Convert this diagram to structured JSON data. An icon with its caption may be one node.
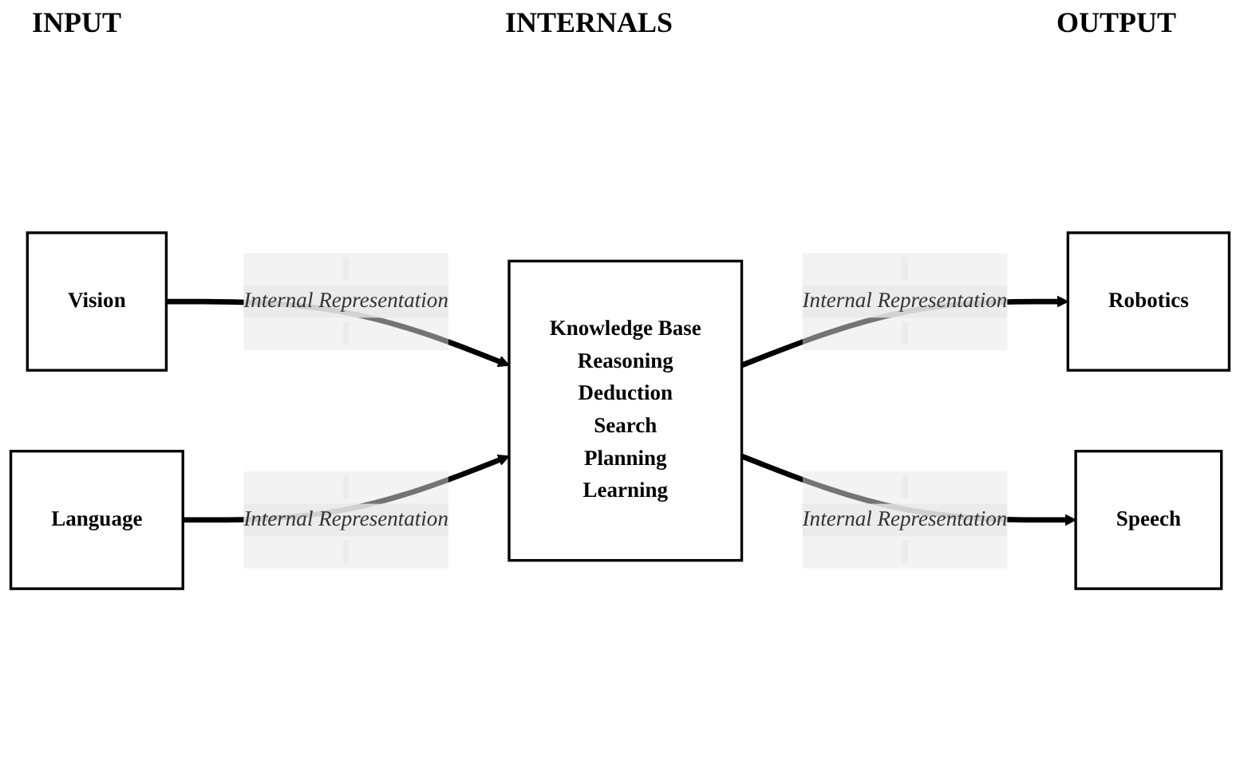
{
  "diagram": {
    "nodes": [
      {
        "text": [
          "Vision"
        ]
      },
      {
        "text": [
          "Knowledge Base",
          "Reasoning",
          "Deduction",
          "Search",
          "Planning",
          "Learning"
        ]
      },
      {
        "text": [
          "Robotics"
        ]
      },
      {
        "text": [
          "Language"
        ]
      },
      {
        "text": [
          "Speech"
        ]
      }
    ],
    "edges": [
      {
        "from": 0,
        "to": 1,
        "arrow": "to",
        "label": "Internal Representation"
      },
      {
        "from": 1,
        "to": 2,
        "arrow": "to",
        "label": "Internal Representation"
      },
      {
        "from": 3,
        "to": 1,
        "arrow": "to",
        "label": "Internal Representation"
      },
      {
        "from": 1,
        "to": 4,
        "arrow": "to",
        "label": "Internal Representation"
      }
    ],
    "labels": [
      "INPUT",
      "INTERNALS",
      "OUTPUT"
    ]
  }
}
